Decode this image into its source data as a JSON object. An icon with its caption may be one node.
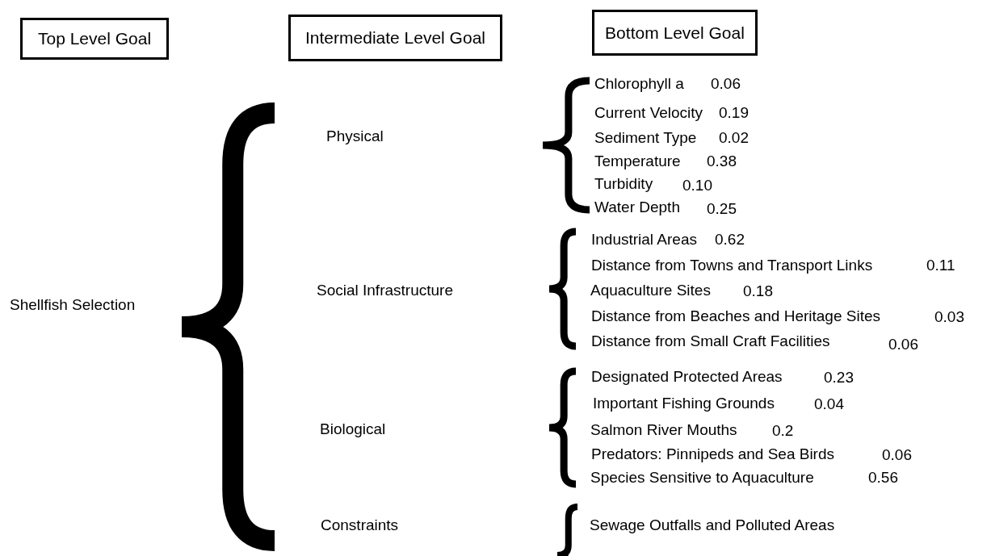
{
  "diagram": {
    "nodes": [
      {
        "text": [
          "Top Level Goal"
        ]
      },
      {
        "text": [
          "Intermediate Level Goal"
        ]
      },
      {
        "text": [
          "Bottom Level Goal"
        ]
      }
    ],
    "labels": [
      "Shellfish Selection",
      "Physical",
      "Chlorophyll a",
      "0.06",
      "Current Velocity",
      "0.19",
      "Sediment Type",
      "0.02",
      "Temperature",
      "0.38",
      "Turbidity",
      "0.10",
      "Water Depth",
      "0.25",
      "Social Infrastructure",
      "Industrial Areas",
      "0.62",
      "Distance from Towns and Transport Links",
      "0.11",
      "Aquaculture Sites",
      "0.18",
      "Distance from Beaches and Heritage Sites",
      "0.03",
      "Distance from Small Craft Facilities",
      "0.06",
      "Biological",
      "Designated Protected Areas",
      "0.23",
      "Important Fishing Grounds",
      "0.04",
      "Salmon River Mouths",
      "0.2",
      "Predators: Pinnipeds and Sea Birds",
      "0.06",
      "Species Sensitive to Aquaculture",
      "0.56",
      "Constraints",
      "Sewage Outfalls and Polluted Areas"
    ]
  }
}
